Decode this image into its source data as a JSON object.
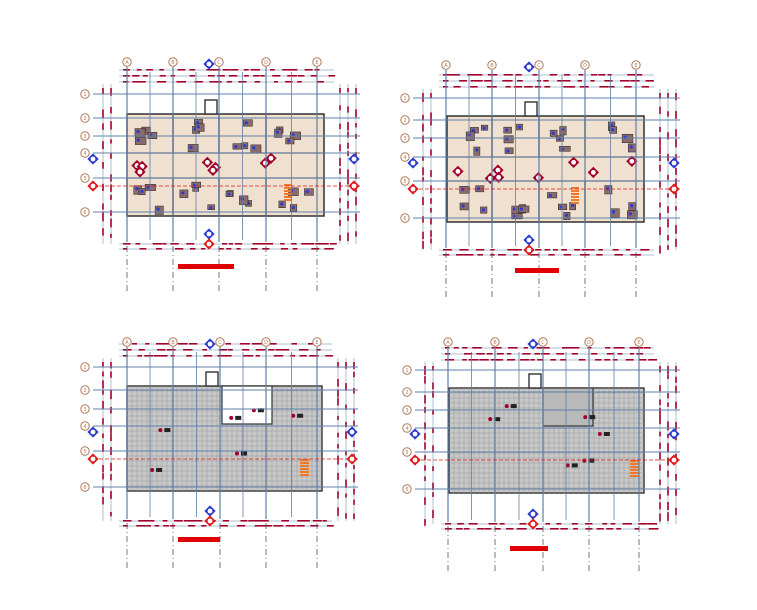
{
  "drawing": {
    "panels": [
      {
        "id": "plan-top-left",
        "kind": "furnished",
        "mirror": false
      },
      {
        "id": "plan-top-right",
        "kind": "furnished",
        "mirror": true
      },
      {
        "id": "plan-bottom-left",
        "kind": "ceiling",
        "mirror": false
      },
      {
        "id": "plan-bottom-right",
        "kind": "roof",
        "mirror": true
      }
    ],
    "column_grid_labels": [
      "A",
      "B",
      "C",
      "D",
      "E"
    ],
    "row_grid_labels": [
      "1",
      "2",
      "3",
      "4",
      "5",
      "6"
    ],
    "colors": {
      "grid_line": "#5f7fa8",
      "wall": "#333333",
      "dimension": "#a0002a",
      "marker": "#b07a5a",
      "section_red": "#e01818",
      "section_blue": "#2a3bd0",
      "floor_fill": "#f0e0d0",
      "ceiling_fill": "#c8c8c8",
      "title_bar": "#e00000"
    }
  }
}
